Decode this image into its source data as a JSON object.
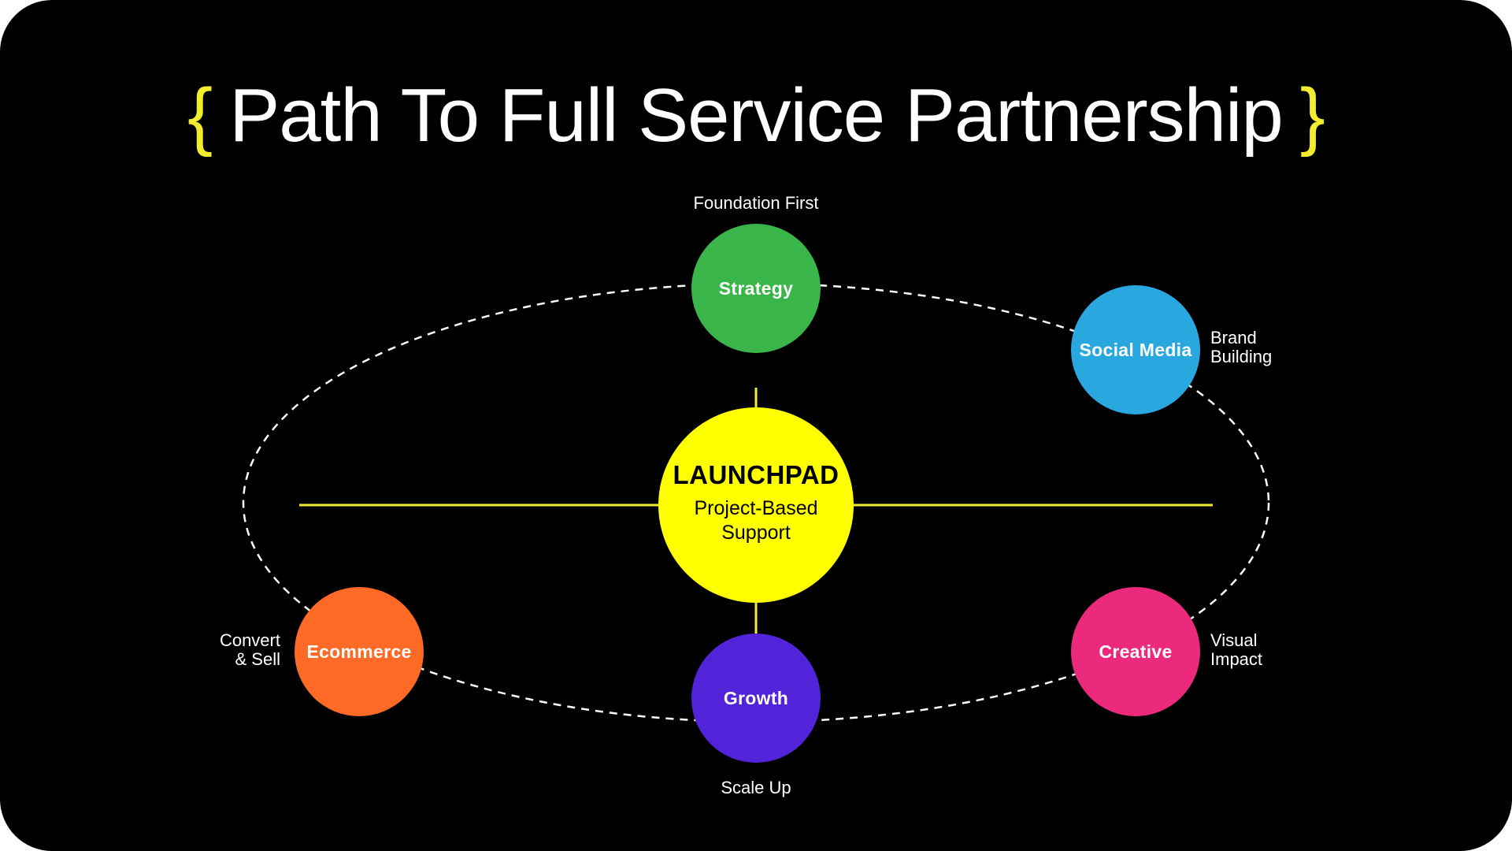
{
  "title": {
    "open_brace": "{",
    "text": "Path To Full Service Partnership",
    "close_brace": "}"
  },
  "center": {
    "title": "LAUNCHPAD",
    "subtitle": "Project-Based Support",
    "color": "#ffff00"
  },
  "nodes": [
    {
      "id": "strategy",
      "label": "Strategy",
      "caption_lines": [
        "Foundation First"
      ],
      "color": "#39b54a"
    },
    {
      "id": "social-media",
      "label": "Social Media",
      "caption_lines": [
        "Brand",
        "Building"
      ],
      "color": "#29a8e0"
    },
    {
      "id": "creative",
      "label": "Creative",
      "caption_lines": [
        "Visual",
        "Impact"
      ],
      "color": "#ec2a7d"
    },
    {
      "id": "growth",
      "label": "Growth",
      "caption_lines": [
        "Scale Up"
      ],
      "color": "#5223d8"
    },
    {
      "id": "ecommerce",
      "label": "Ecommerce",
      "caption_lines": [
        "Convert",
        "& Sell"
      ],
      "color": "#ff6a26"
    }
  ],
  "colors": {
    "background": "#000000",
    "accent": "#f2ec2e",
    "connector": "#f2ec2e",
    "orbit": "#ffffff"
  }
}
